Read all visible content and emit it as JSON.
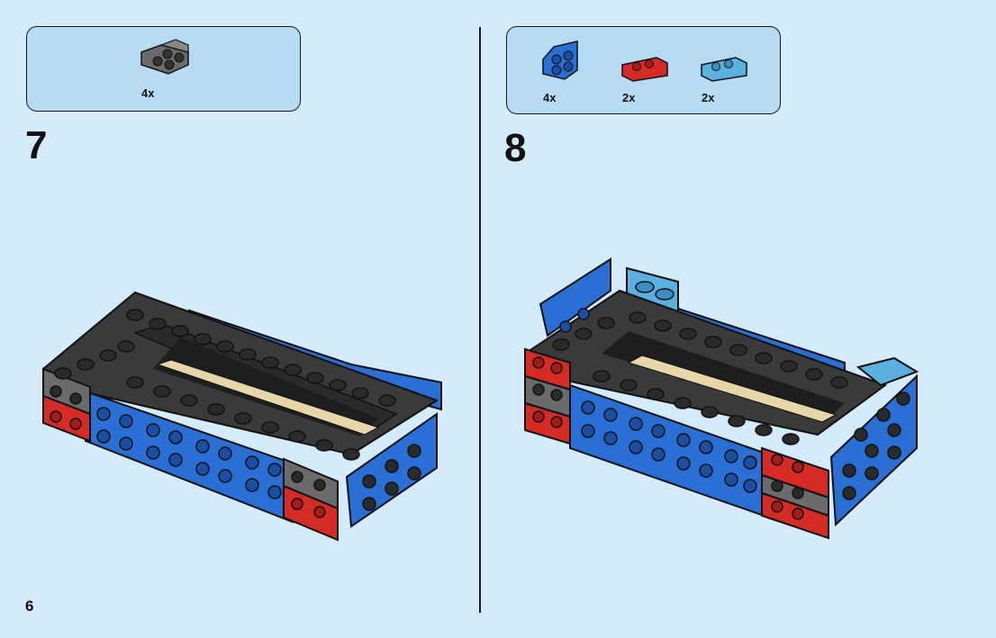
{
  "page_number": "6",
  "steps": [
    {
      "number": "7",
      "parts": [
        {
          "name": "dark-gray-bracket-1x2-2x2",
          "color": "#6b6b6b",
          "count": "4x"
        }
      ]
    },
    {
      "number": "8",
      "parts": [
        {
          "name": "blue-bracket-1x2-2x2-inverted",
          "color": "#2a6fd6",
          "count": "4x"
        },
        {
          "name": "red-bracket-1x2-2x2",
          "color": "#d62a25",
          "count": "2x"
        },
        {
          "name": "light-blue-bracket-1x2-2x2",
          "color": "#5ab0de",
          "count": "2x"
        }
      ]
    }
  ],
  "colors": {
    "background": "#d3ebfa",
    "callout": "#b6dbf4",
    "brick_blue": "#2a6fd6",
    "brick_red": "#d62a25",
    "brick_dark_gray": "#6b6b6b",
    "brick_black": "#2b2b2b",
    "brick_tan": "#e6d6a8",
    "brick_light_blue": "#5ab0de"
  }
}
